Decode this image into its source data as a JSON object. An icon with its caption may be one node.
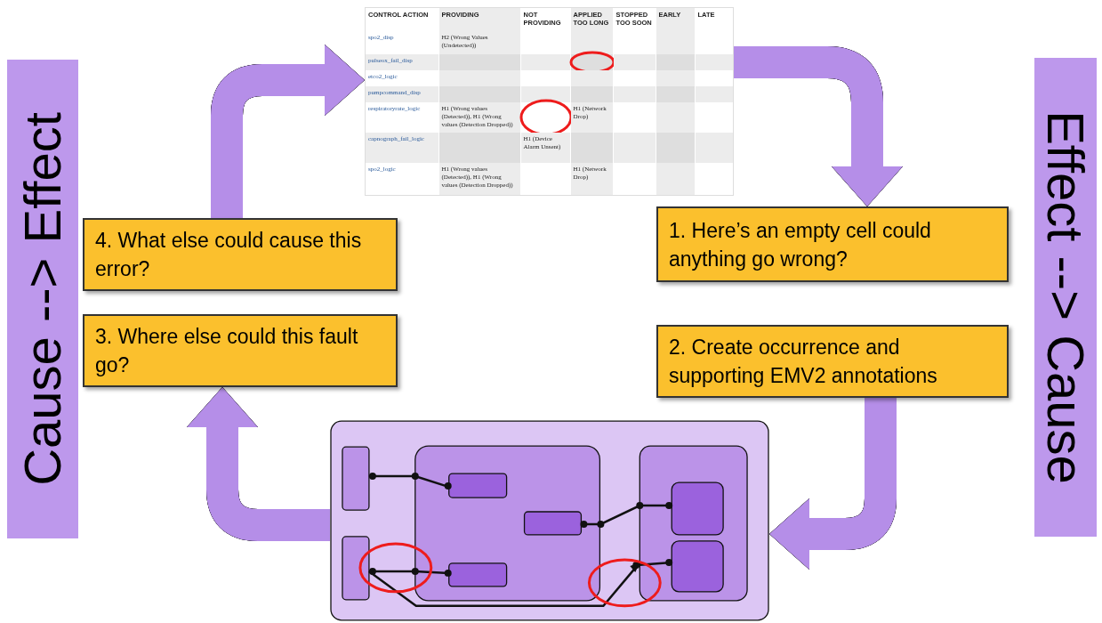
{
  "diagram": {
    "nodes": [
      {
        "text": [
          "Cause --> Effect"
        ]
      },
      {
        "text": [],
        "shape": "box"
      },
      {
        "text": [
          "Effect --> Cause"
        ]
      },
      {
        "text": [
          "4. What else could cause this error?"
        ]
      },
      {
        "text": [
          "1. Here’s an empty cell could anything go wrong?"
        ]
      },
      {
        "text": [
          "3. Where else could this fault go?"
        ]
      },
      {
        "text": [
          "2. Create occurrence and supporting EMV2 annotations"
        ]
      },
      {
        "text": [],
        "shape": "picture"
      }
    ],
    "edges": [
      {
        "from": 3,
        "to": 1,
        "arrow": "to"
      },
      {
        "from": 1,
        "to": 4,
        "arrow": "to"
      },
      {
        "from": 6,
        "to": 7,
        "arrow": "to"
      },
      {
        "from": 7,
        "to": 5,
        "arrow": "to"
      }
    ],
    "labels": [
      "CONTROL ACTION",
      "PROVIDING",
      "NOT PROVIDING",
      "APPLIED TOO LONG",
      "STOPPED TOO SOON",
      "EARLY",
      "LATE",
      "spo2_disp",
      "H2 (Wrong Values (Undetected))",
      "pulseox_fail_disp",
      "etco2_logic",
      "pumpcommand_disp",
      "respiratoryrate_logic",
      "H1 (Wrong values (Detected)), H1 (Wrong values (Detection Dropped))",
      "H1 (Network Drop)",
      "capnograph_fail_logic",
      "H1 (Device Alarm Unsent)",
      "spo2_logic",
      "H1 (Wrong values (Detected)), H1 (Wrong values (Detection Dropped))",
      "H1 (Network Drop)"
    ]
  }
}
